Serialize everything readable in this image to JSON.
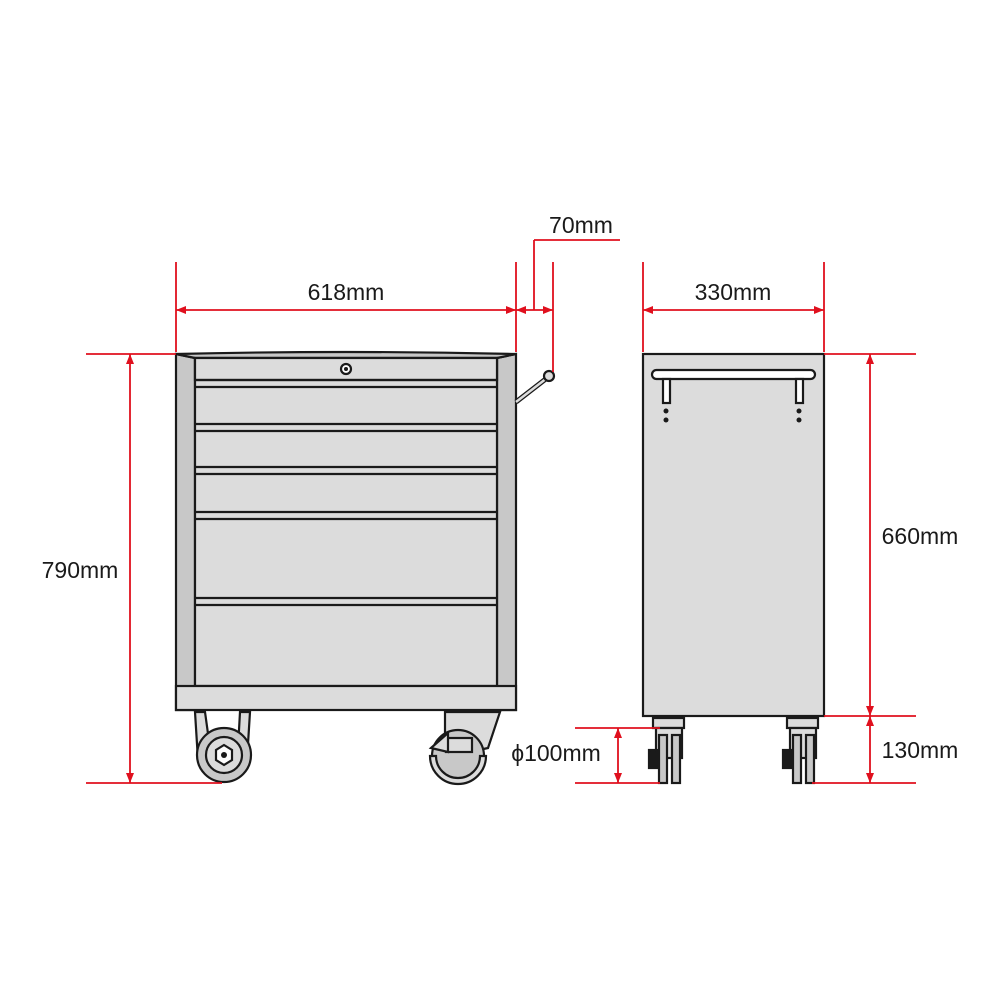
{
  "dimensions": {
    "width_front": "618mm",
    "handle_depth": "70mm",
    "side_depth": "330mm",
    "total_height": "790mm",
    "body_height": "660mm",
    "caster_height": "130mm",
    "wheel_diameter": "ϕ100mm"
  },
  "colors": {
    "dimension_line": "#e0101e",
    "outline": "#1a1a1a",
    "panel_fill": "#dcdcdc",
    "frame_fill": "#c8c8c8",
    "text": "#1a1a1a"
  }
}
